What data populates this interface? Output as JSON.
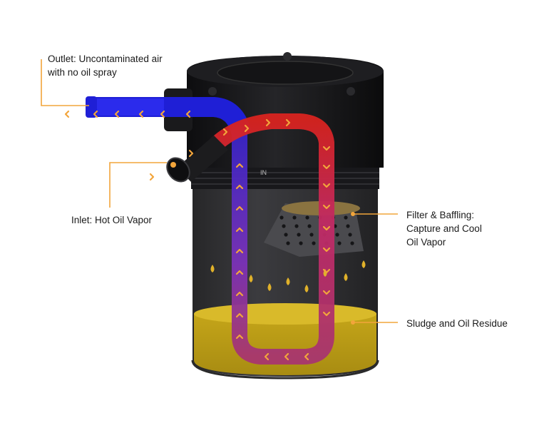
{
  "colors": {
    "accent_orange": "#f2a53b",
    "outlet_flow": "#1f1fd6",
    "inlet_flow": "#d8231f",
    "oil": "#d4b21c",
    "can_body": "#1c1c1f"
  },
  "labels": {
    "outlet": {
      "line1": "Outlet: Uncontaminated air",
      "line2": "with no oil spray"
    },
    "inlet": {
      "line1": "Inlet: Hot Oil Vapor"
    },
    "filter": {
      "line1": "Filter & Baffling:",
      "line2": "Capture and Cool",
      "line3": "Oil Vapor"
    },
    "sludge": {
      "line1": "Sludge and Oil Residue"
    },
    "in_marker": "IN"
  },
  "icons": [
    "chevron-arrow-icon",
    "oil-drop-icon"
  ]
}
